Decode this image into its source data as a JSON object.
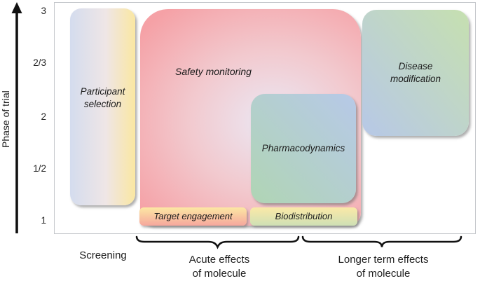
{
  "figure": {
    "y_axis": {
      "label": "Phase of trial",
      "ticks": [
        "3",
        "2/3",
        "2",
        "1/2",
        "1"
      ]
    },
    "regions": {
      "participant": {
        "line1": "Participant",
        "line2": "selection"
      },
      "safety": {
        "label": "Safety monitoring"
      },
      "pharmacodynamics": {
        "label": "Pharmacodynamics"
      },
      "disease": {
        "line1": "Disease",
        "line2": "modification"
      },
      "target": {
        "label": "Target engagement"
      },
      "biodistribution": {
        "label": "Biodistribution"
      }
    },
    "x_groups": {
      "screening": "Screening",
      "acute": {
        "line1": "Acute effects",
        "line2": "of molecule"
      },
      "longer": {
        "line1": "Longer term effects",
        "line2": "of molecule"
      }
    },
    "colors": {
      "safety_edge_pink": "#f5a1a6",
      "safety_center_lavender": "#ebe8f4",
      "participant_blue": "#d4dcee",
      "participant_gold": "#fae7a2",
      "pharma_green": "#b0d5b4",
      "pharma_blue": "#b7c9e8",
      "disease_blue": "#b7c8e7",
      "disease_green": "#c6e0b0",
      "target_yellow": "#fce7a3",
      "target_salmon": "#f6a79d",
      "biodist_yellow": "#fbe9a7",
      "biodist_green": "#cfe0b5",
      "axis_black": "#111111",
      "plot_border_gray": "#c3c6ca"
    }
  }
}
